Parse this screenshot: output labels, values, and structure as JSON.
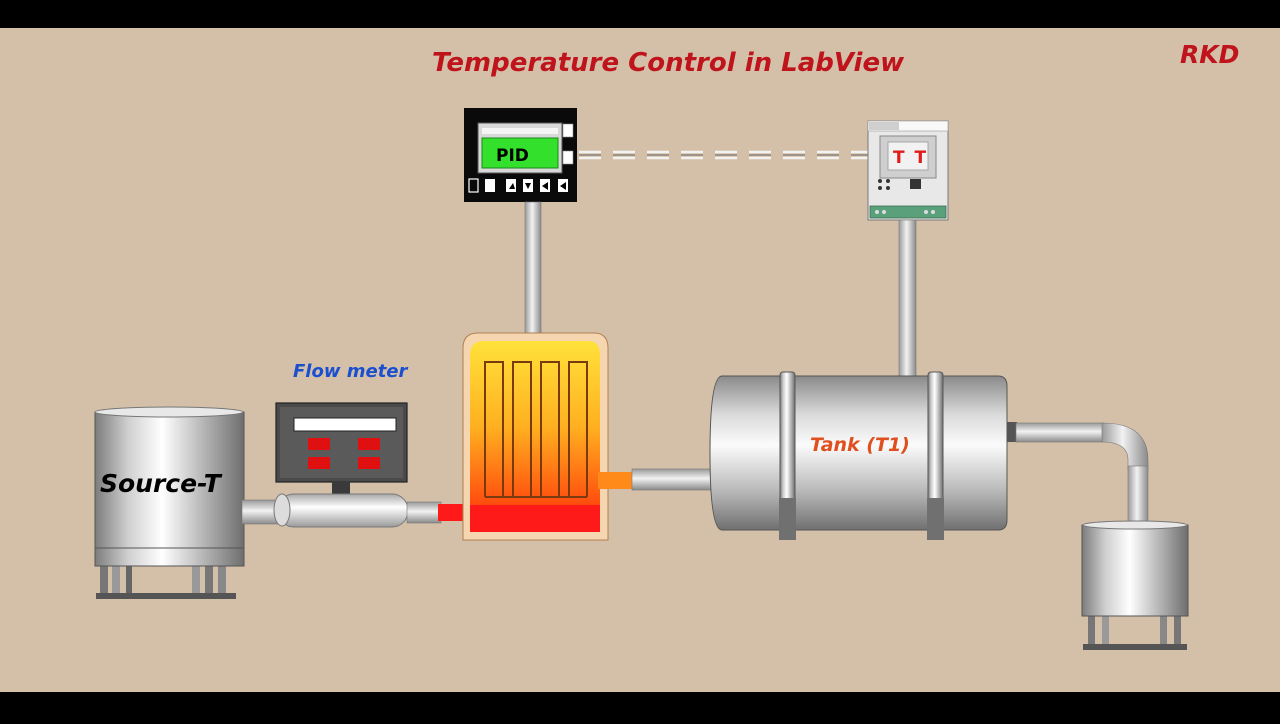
{
  "title": "Temperature Control  in LabView",
  "brand": "RKD",
  "labels": {
    "flow_meter": "Flow meter",
    "source": "Source-T",
    "tank": "Tank (T1)",
    "pid": "PID",
    "transmitter": "T T"
  },
  "colors": {
    "background": "#d4c0a8",
    "title": "#c0141c",
    "flow_label": "#1a4fd0",
    "tank_label": "#e0501f",
    "pid_screen": "#33e02c",
    "hot_fluid": "#ff1a1a",
    "warm_fluid": "#ff8a1a"
  }
}
